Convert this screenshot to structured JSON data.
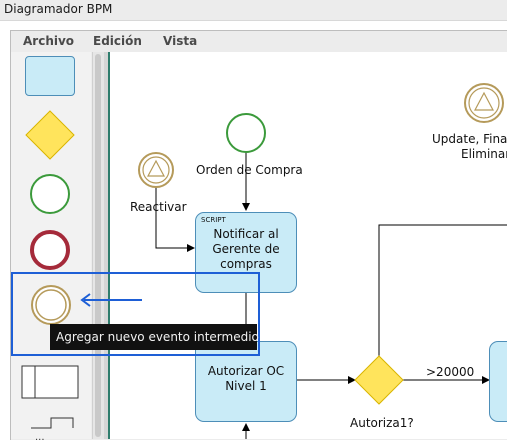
{
  "window": {
    "title": "Diagramador BPM"
  },
  "menu": {
    "items": [
      "Archivo",
      "Edición",
      "Vista"
    ]
  },
  "palette": {
    "items": [
      "task-tool",
      "gateway-tool",
      "start-event-tool",
      "end-event-tool",
      "intermediate-event-tool",
      "pool-tool"
    ]
  },
  "tooltip": {
    "text": "Agregar nuevo evento intermedio"
  },
  "diagram": {
    "start_label": "Orden de Compra",
    "reactivar_label": "Reactivar",
    "update_label_line1": "Update, Finali",
    "update_label_line2": "Eliminar",
    "task1_tag": "SCRIPT",
    "task1_text": "Notificar al\nGerente de\ncompras",
    "task2_text": "Autorizar OC\nNivel 1",
    "gateway_label": "Autoriza1?",
    "flow_label": ">20000"
  },
  "colors": {
    "task_fill": "#c9ebf7",
    "task_border": "#4d8eb8",
    "gateway_fill": "#ffe45c",
    "start_event": "#3b9a3b",
    "end_event": "#a52a3a",
    "intermediate_event": "#b59a5a",
    "highlight": "#1e5fd6"
  }
}
